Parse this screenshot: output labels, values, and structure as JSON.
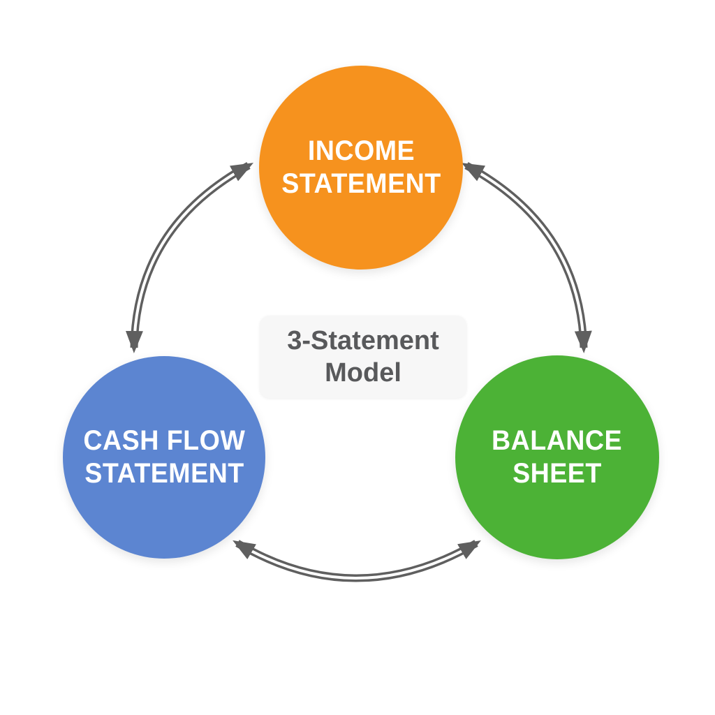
{
  "diagram": {
    "center_box": {
      "line1": "3-Statement",
      "line2": "Model",
      "background_color": "#f7f7f7",
      "text_color": "#58595b"
    },
    "nodes": [
      {
        "id": "income-statement",
        "line1": "INCOME",
        "line2": "STATEMENT",
        "color": "#f6921e",
        "text_color": "#ffffff"
      },
      {
        "id": "cash-flow-statement",
        "line1": "CASH FLOW",
        "line2": "STATEMENT",
        "color": "#5c85d1",
        "text_color": "#ffffff"
      },
      {
        "id": "balance-sheet",
        "line1": "BALANCE",
        "line2": "SHEET",
        "color": "#4cb236",
        "text_color": "#ffffff"
      }
    ],
    "arrows": {
      "color": "#5f5f5f",
      "connections": [
        {
          "from": "income-statement",
          "to": "cash-flow-statement",
          "bidirectional": true
        },
        {
          "from": "income-statement",
          "to": "balance-sheet",
          "bidirectional": true
        },
        {
          "from": "cash-flow-statement",
          "to": "balance-sheet",
          "bidirectional": true
        }
      ]
    }
  }
}
